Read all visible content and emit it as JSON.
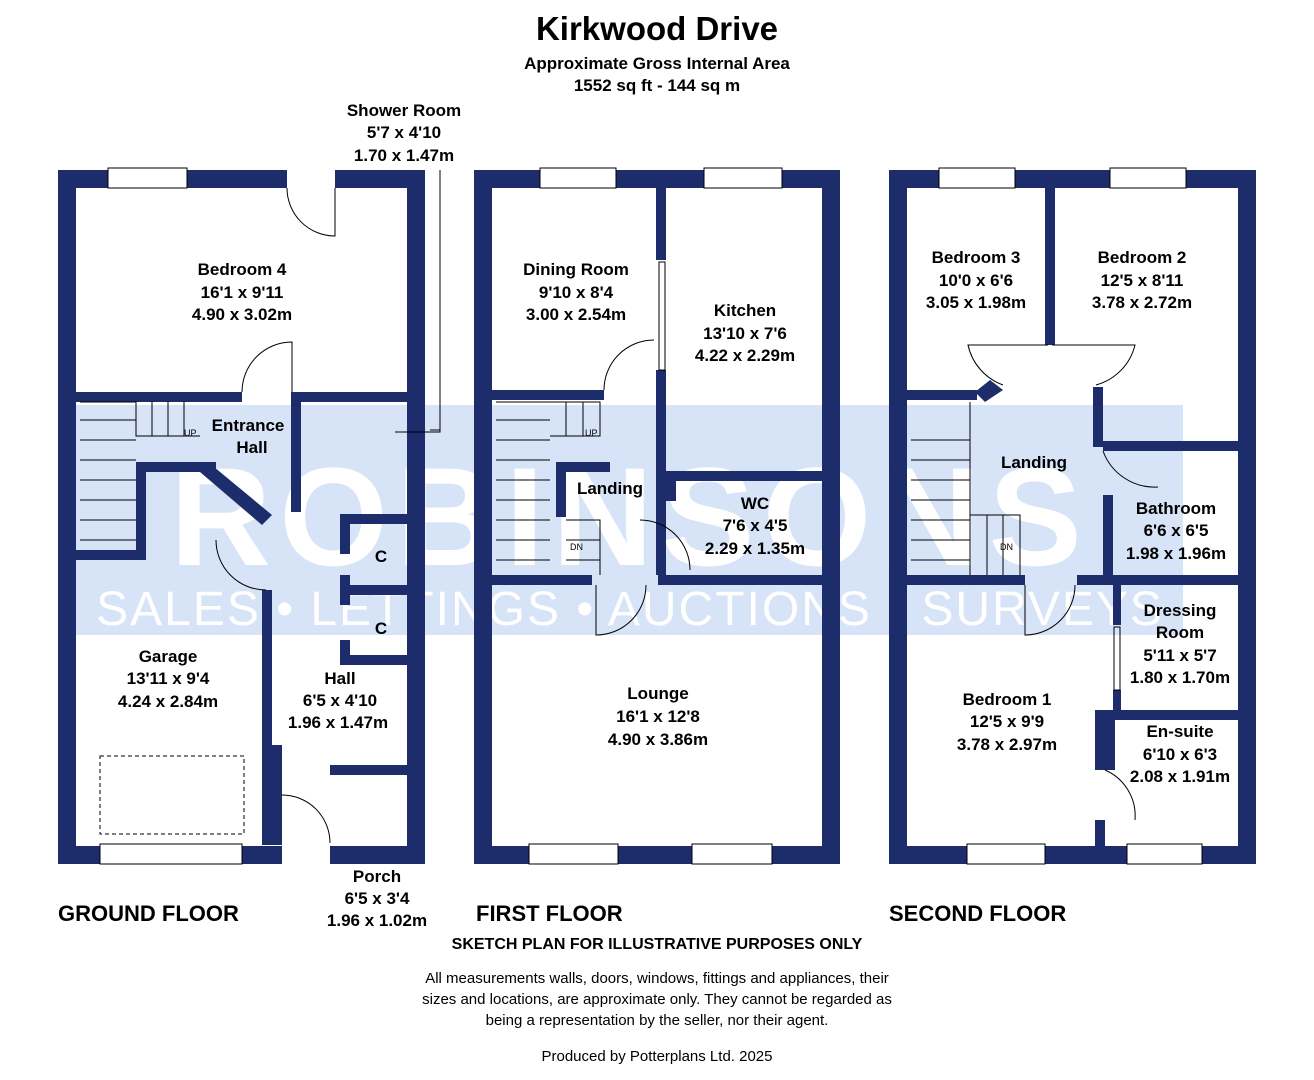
{
  "header": {
    "title": "Kirkwood Drive",
    "subtitle": "Approximate Gross Internal Area",
    "area": "1552 sq ft - 144 sq m"
  },
  "watermark": {
    "brand": "ROBINSONS",
    "services": "SALES • LETTINGS • AUCTIONS • SURVEYS"
  },
  "colors": {
    "wall": "#1d2d6b",
    "watermark": "#c9d9f4"
  },
  "floors": {
    "ground": {
      "label": "GROUND FLOOR",
      "rooms": [
        {
          "name": "Bedroom 4",
          "imperial": "16'1 x 9'11",
          "metric": "4.90 x 3.02m"
        },
        {
          "name": "Entrance Hall"
        },
        {
          "name": "Garage",
          "imperial": "13'11 x 9'4",
          "metric": "4.24 x 2.84m"
        },
        {
          "name": "Hall",
          "imperial": "6'5 x 4'10",
          "metric": "1.96 x 1.47m"
        },
        {
          "name": "Porch",
          "imperial": "6'5 x 3'4",
          "metric": "1.96 x 1.02m"
        },
        {
          "name": "Shower Room",
          "imperial": "5'7 x 4'10",
          "metric": "1.70 x 1.47m"
        },
        {
          "name": "C"
        },
        {
          "name": "C"
        }
      ],
      "stair": "UP"
    },
    "first": {
      "label": "FIRST FLOOR",
      "rooms": [
        {
          "name": "Dining Room",
          "imperial": "9'10 x 8'4",
          "metric": "3.00 x 2.54m"
        },
        {
          "name": "Kitchen",
          "imperial": "13'10 x 7'6",
          "metric": "4.22 x 2.29m"
        },
        {
          "name": "Landing"
        },
        {
          "name": "WC",
          "imperial": "7'6 x 4'5",
          "metric": "2.29 x 1.35m"
        },
        {
          "name": "Lounge",
          "imperial": "16'1 x 12'8",
          "metric": "4.90 x 3.86m"
        }
      ],
      "stair_up": "UP",
      "stair_down": "DN"
    },
    "second": {
      "label": "SECOND FLOOR",
      "rooms": [
        {
          "name": "Bedroom 3",
          "imperial": "10'0 x 6'6",
          "metric": "3.05 x 1.98m"
        },
        {
          "name": "Bedroom 2",
          "imperial": "12'5 x 8'11",
          "metric": "3.78 x 2.72m"
        },
        {
          "name": "Landing"
        },
        {
          "name": "Bathroom",
          "imperial": "6'6 x 6'5",
          "metric": "1.98 x 1.96m"
        },
        {
          "name": "Dressing Room",
          "line1": "Dressing",
          "line2": "Room",
          "imperial": "5'11 x 5'7",
          "metric": "1.80 x 1.70m"
        },
        {
          "name": "Bedroom 1",
          "imperial": "12'5 x 9'9",
          "metric": "3.78 x 2.97m"
        },
        {
          "name": "En-suite",
          "imperial": "6'10 x 6'3",
          "metric": "2.08 x 1.91m"
        }
      ],
      "stair_down": "DN"
    }
  },
  "footer": {
    "sketch": "SKETCH PLAN FOR ILLUSTRATIVE PURPOSES ONLY",
    "note_lines": [
      "All measurements walls, doors, windows, fittings and appliances, their",
      "sizes and locations, are approximate only. They cannot be regarded as",
      "being a representation by the seller, nor their agent."
    ],
    "produced": "Produced by Potterplans Ltd. 2025"
  }
}
